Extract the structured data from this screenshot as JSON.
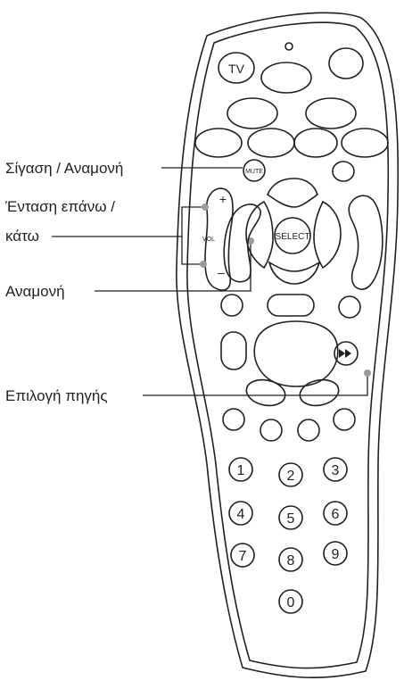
{
  "callouts": {
    "mute_standby": "Σίγαση / Αναμονή",
    "volume_line1": "Ένταση επάνω /",
    "volume_line2": "κάτω",
    "standby": "Αναμονή",
    "source_select": "Επιλογή πηγής"
  },
  "buttons": {
    "tv": "TV",
    "mute": "MUTE",
    "vol": "VOL",
    "vol_up": "+",
    "vol_down": "–",
    "select": "SELECT",
    "fast_forward_icon": "fast-forward-icon",
    "digits": [
      "1",
      "2",
      "3",
      "4",
      "5",
      "6",
      "7",
      "8",
      "9",
      "0"
    ]
  },
  "colors": {
    "outline": "#231f20",
    "background": "#ffffff"
  }
}
